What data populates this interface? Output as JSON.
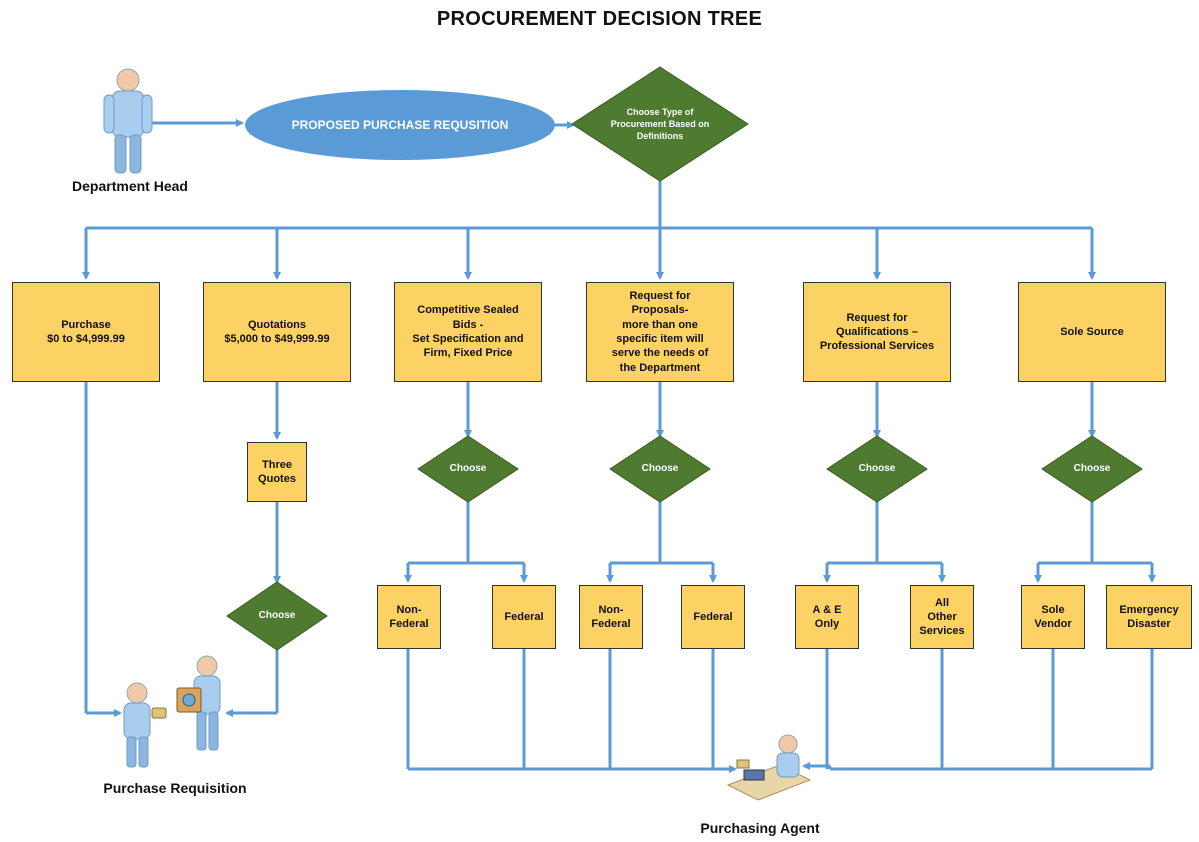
{
  "title": "PROCUREMENT DECISION TREE",
  "start": {
    "actor_label": "Department Head",
    "ellipse_label": "PROPOSED PURCHASE REQUSITION",
    "decision_label": "Choose Type of\nProcurement Based on\nDefinitions"
  },
  "branches": [
    {
      "label": "Purchase\n$0 to $4,999.99"
    },
    {
      "label": "Quotations\n$5,000 to $49,999.99",
      "sub_label": "Three\nQuotes",
      "choose": "Choose"
    },
    {
      "label": "Competitive Sealed\nBids -\nSet Specification and\nFirm, Fixed Price",
      "choose": "Choose",
      "options": [
        "Non-\nFederal",
        "Federal"
      ]
    },
    {
      "label": "Request for\nProposals-\nmore than one\nspecific item will\nserve the needs of\nthe Department",
      "choose": "Choose",
      "options": [
        "Non-\nFederal",
        "Federal"
      ]
    },
    {
      "label": "Request for\nQualifications –\nProfessional Services",
      "choose": "Choose",
      "options": [
        "A & E\nOnly",
        "All\nOther\nServices"
      ]
    },
    {
      "label": "Sole Source",
      "choose": "Choose",
      "options": [
        "Sole\nVendor",
        "Emergency\nDisaster"
      ]
    }
  ],
  "outcomes": {
    "purchase_requisition": "Purchase Requisition",
    "purchasing_agent": "Purchasing Agent"
  },
  "colors": {
    "box_fill": "#fdd265",
    "decision_fill": "#4e7b2f",
    "ellipse_fill": "#5b9bd5",
    "connector": "#5b9bd5"
  }
}
